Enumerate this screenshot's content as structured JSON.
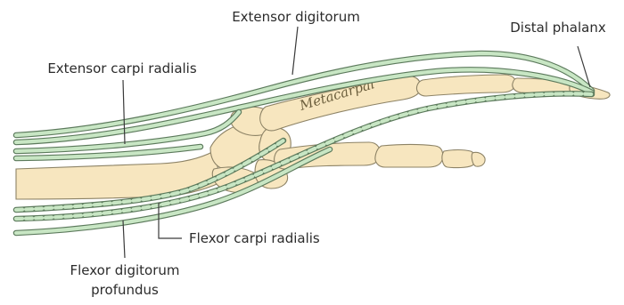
{
  "labels": {
    "extensor_digitorum": "Extensor digitorum",
    "distal_phalanx": "Distal phalanx",
    "extensor_carpi_radialis": "Extensor carpi radialis",
    "metacarpal": "Metacarpal",
    "flexor_carpi_radialis": "Flexor carpi radialis",
    "flexor_digitorum_line1": "Flexor digitorum",
    "flexor_digitorum_line2": "profundus"
  },
  "colors": {
    "bone_fill": "#f7e6bf",
    "bone_stroke": "#8d8366",
    "tendon_fill": "#c8e6c4",
    "tendon_stroke": "#5c7a5c",
    "text": "#2b2b2b"
  }
}
